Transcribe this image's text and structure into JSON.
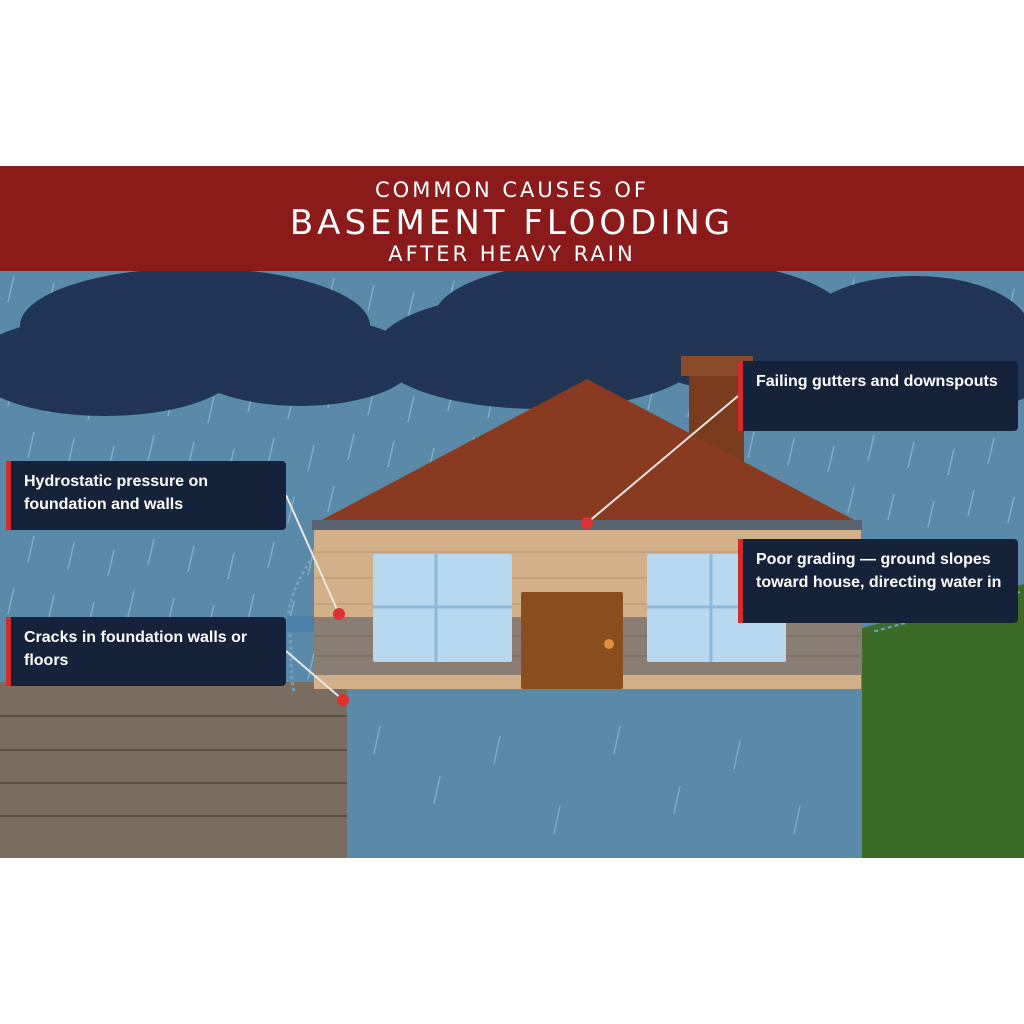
{
  "header": {
    "line1": "COMMON CAUSES OF",
    "line2": "BASEMENT FLOODING",
    "line3": "AFTER HEAVY RAIN"
  },
  "callouts": {
    "gutters": "Failing gutters and downspouts",
    "pressure": "Hydrostatic pressure on foundation and walls",
    "grading": "Poor grading — ground slopes toward house, directing water in",
    "cracks": "Cracks in foundation walls or floors"
  },
  "colors": {
    "header": "#8b1a1a",
    "sky": "#5a8aa8",
    "clouds": "#213654",
    "roof": "#8b3a22",
    "siding": "#d2b08a",
    "foundation": "#8a7e74",
    "window": "#b8d8f0",
    "door": "#8a4e1e",
    "ground_left": "#7a6c5e",
    "grass_right": "#3d6b27",
    "floodwater": "#5a8aa8",
    "callout_bg": "#14233a",
    "callout_accent": "#d42a2a",
    "marker": "#e03030"
  }
}
